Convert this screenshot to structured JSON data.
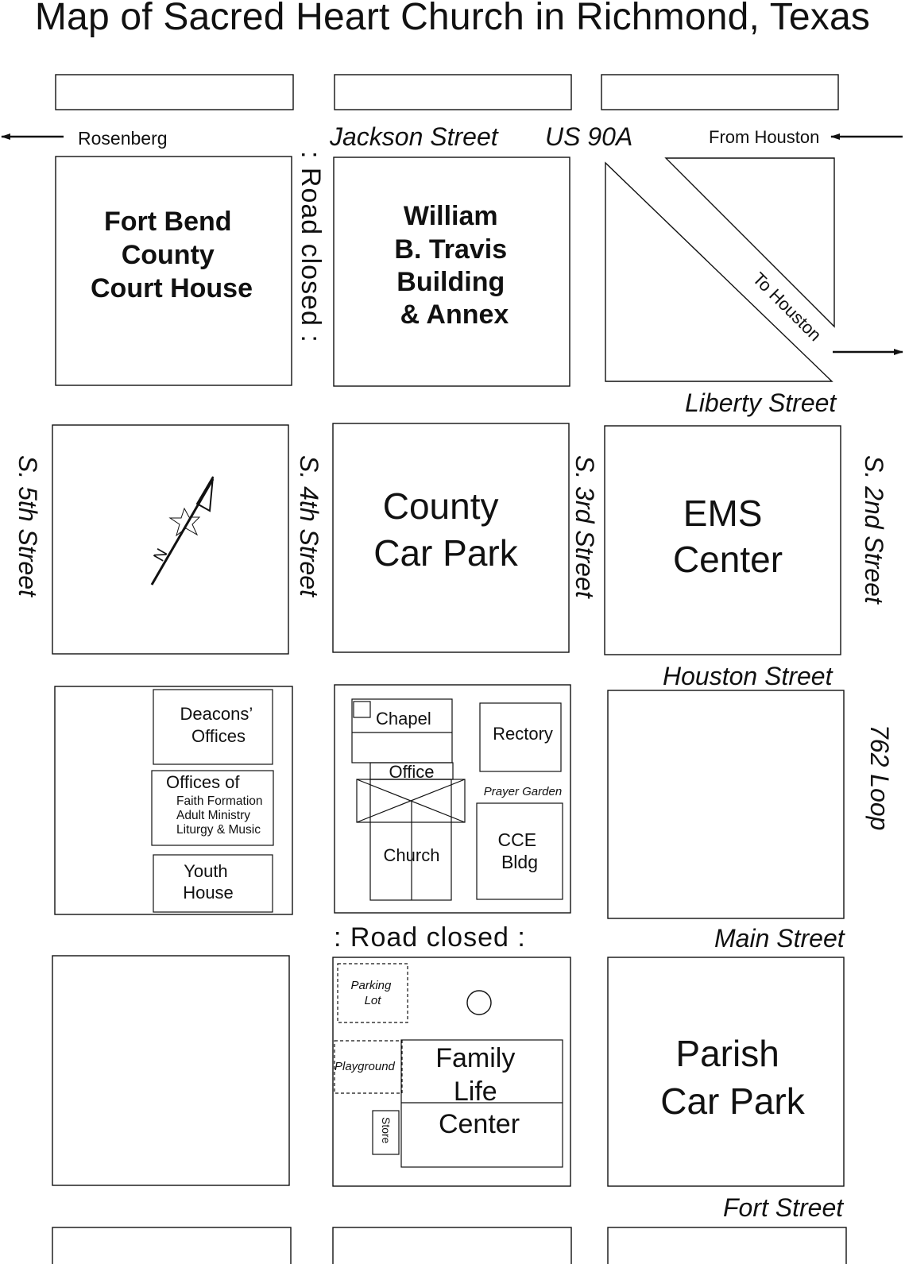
{
  "title": "Map of Sacred Heart Church in Richmond, Texas",
  "streets": {
    "jackson": "Jackson Street",
    "us90a": "US 90A",
    "liberty": "Liberty Street",
    "houston": "Houston Street",
    "main": "Main Street",
    "fort": "Fort Street",
    "s5th": "S. 5th Street",
    "s4th": "S. 4th Street",
    "s3rd": "S. 3rd Street",
    "s2nd": "S. 2nd Street",
    "loop": "762  Loop"
  },
  "directions": {
    "rosenberg": "Rosenberg",
    "from_houston": "From Houston",
    "to_houston": "To Houston"
  },
  "road_closed_v": ": Road closed :",
  "road_closed_h": ": Road closed :",
  "compass_letter": "N",
  "blocks": {
    "courthouse": [
      "Fort Bend",
      "County",
      "Court House"
    ],
    "travis": [
      "William",
      "B. Travis",
      "Building",
      "& Annex"
    ],
    "county_car_park": [
      "County",
      "Car Park"
    ],
    "ems": [
      "EMS",
      "Center"
    ],
    "parish_car_park": [
      "Parish",
      "Car Park"
    ]
  },
  "buildings": {
    "deacons": [
      "Deacons’",
      "Offices"
    ],
    "offices_of": "Offices of",
    "offices_list": [
      "Faith Formation",
      "Adult Ministry",
      "Liturgy & Music"
    ],
    "youth": [
      "Youth",
      "House"
    ],
    "chapel": "Chapel",
    "office": "Office",
    "rectory": "Rectory",
    "prayer_garden": "Prayer Garden",
    "cce": [
      "CCE",
      "Bldg"
    ],
    "church": "Church",
    "parking_lot": [
      "Parking",
      "Lot"
    ],
    "playground": "Playground",
    "store": "Store",
    "flc": [
      "Family",
      "Life",
      "Center"
    ]
  }
}
